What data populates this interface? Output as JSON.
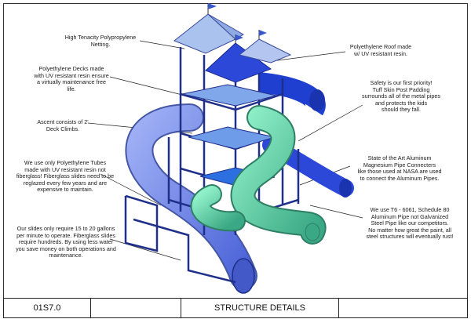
{
  "annotations": [
    {
      "id": "netting",
      "text": "High Tenacity Polypropylene\nNetting."
    },
    {
      "id": "decks",
      "text": "Polyethylene Decks made\nwith UV resistant resin ensure\na virtually maintenance free\nlife."
    },
    {
      "id": "ascent",
      "text": "Ascent consists of 2'\nDeck Climbs."
    },
    {
      "id": "tubes",
      "text": "We use only Polyethylene Tubes\nmade with UV resistant resin not\nfiberglass! Fiberglass slides need to be\nreglazed every few years and are\nexpensive to maintain."
    },
    {
      "id": "water",
      "text": "Our slides only require 15 to 20 gallons\nper minute to operate. Fiberglass slides\nrequire hundreds. By using less water\nyou save money on both operations and\nmaintenance."
    },
    {
      "id": "roof",
      "text": "Polyethylene Roof made\nw/ UV resistant resin."
    },
    {
      "id": "safety",
      "text": "Safety is our first priority!\nTuff Skin Post Padding\nsurrounds all of the metal pipes\nand protects the kids\nshould they fall."
    },
    {
      "id": "connecters",
      "text": "State of the Art Aluminum\nMagnesium Pipe Connecters\nlike those used at NASA are used\nto connect the Aluminum Pipes."
    },
    {
      "id": "pipe",
      "text": "We use T6 - 6061, Schedule 80\nAluminum Pipe not Galvanized\nSteel Pipe like our competitors.\nNo matter how great the paint, all\nsteel structures will eventually rust!"
    }
  ],
  "footer": {
    "sheet_number": "01S7.0",
    "title": "STRUCTURE DETAILS"
  },
  "colors": {
    "frame": "#1f2f8a",
    "tube_blue": "#6f86e8",
    "tube_dark": "#1f3fd0",
    "tube_green": "#5fd6a8",
    "roof_light": "#a9c2ee",
    "roof_dark": "#2c48d8"
  }
}
